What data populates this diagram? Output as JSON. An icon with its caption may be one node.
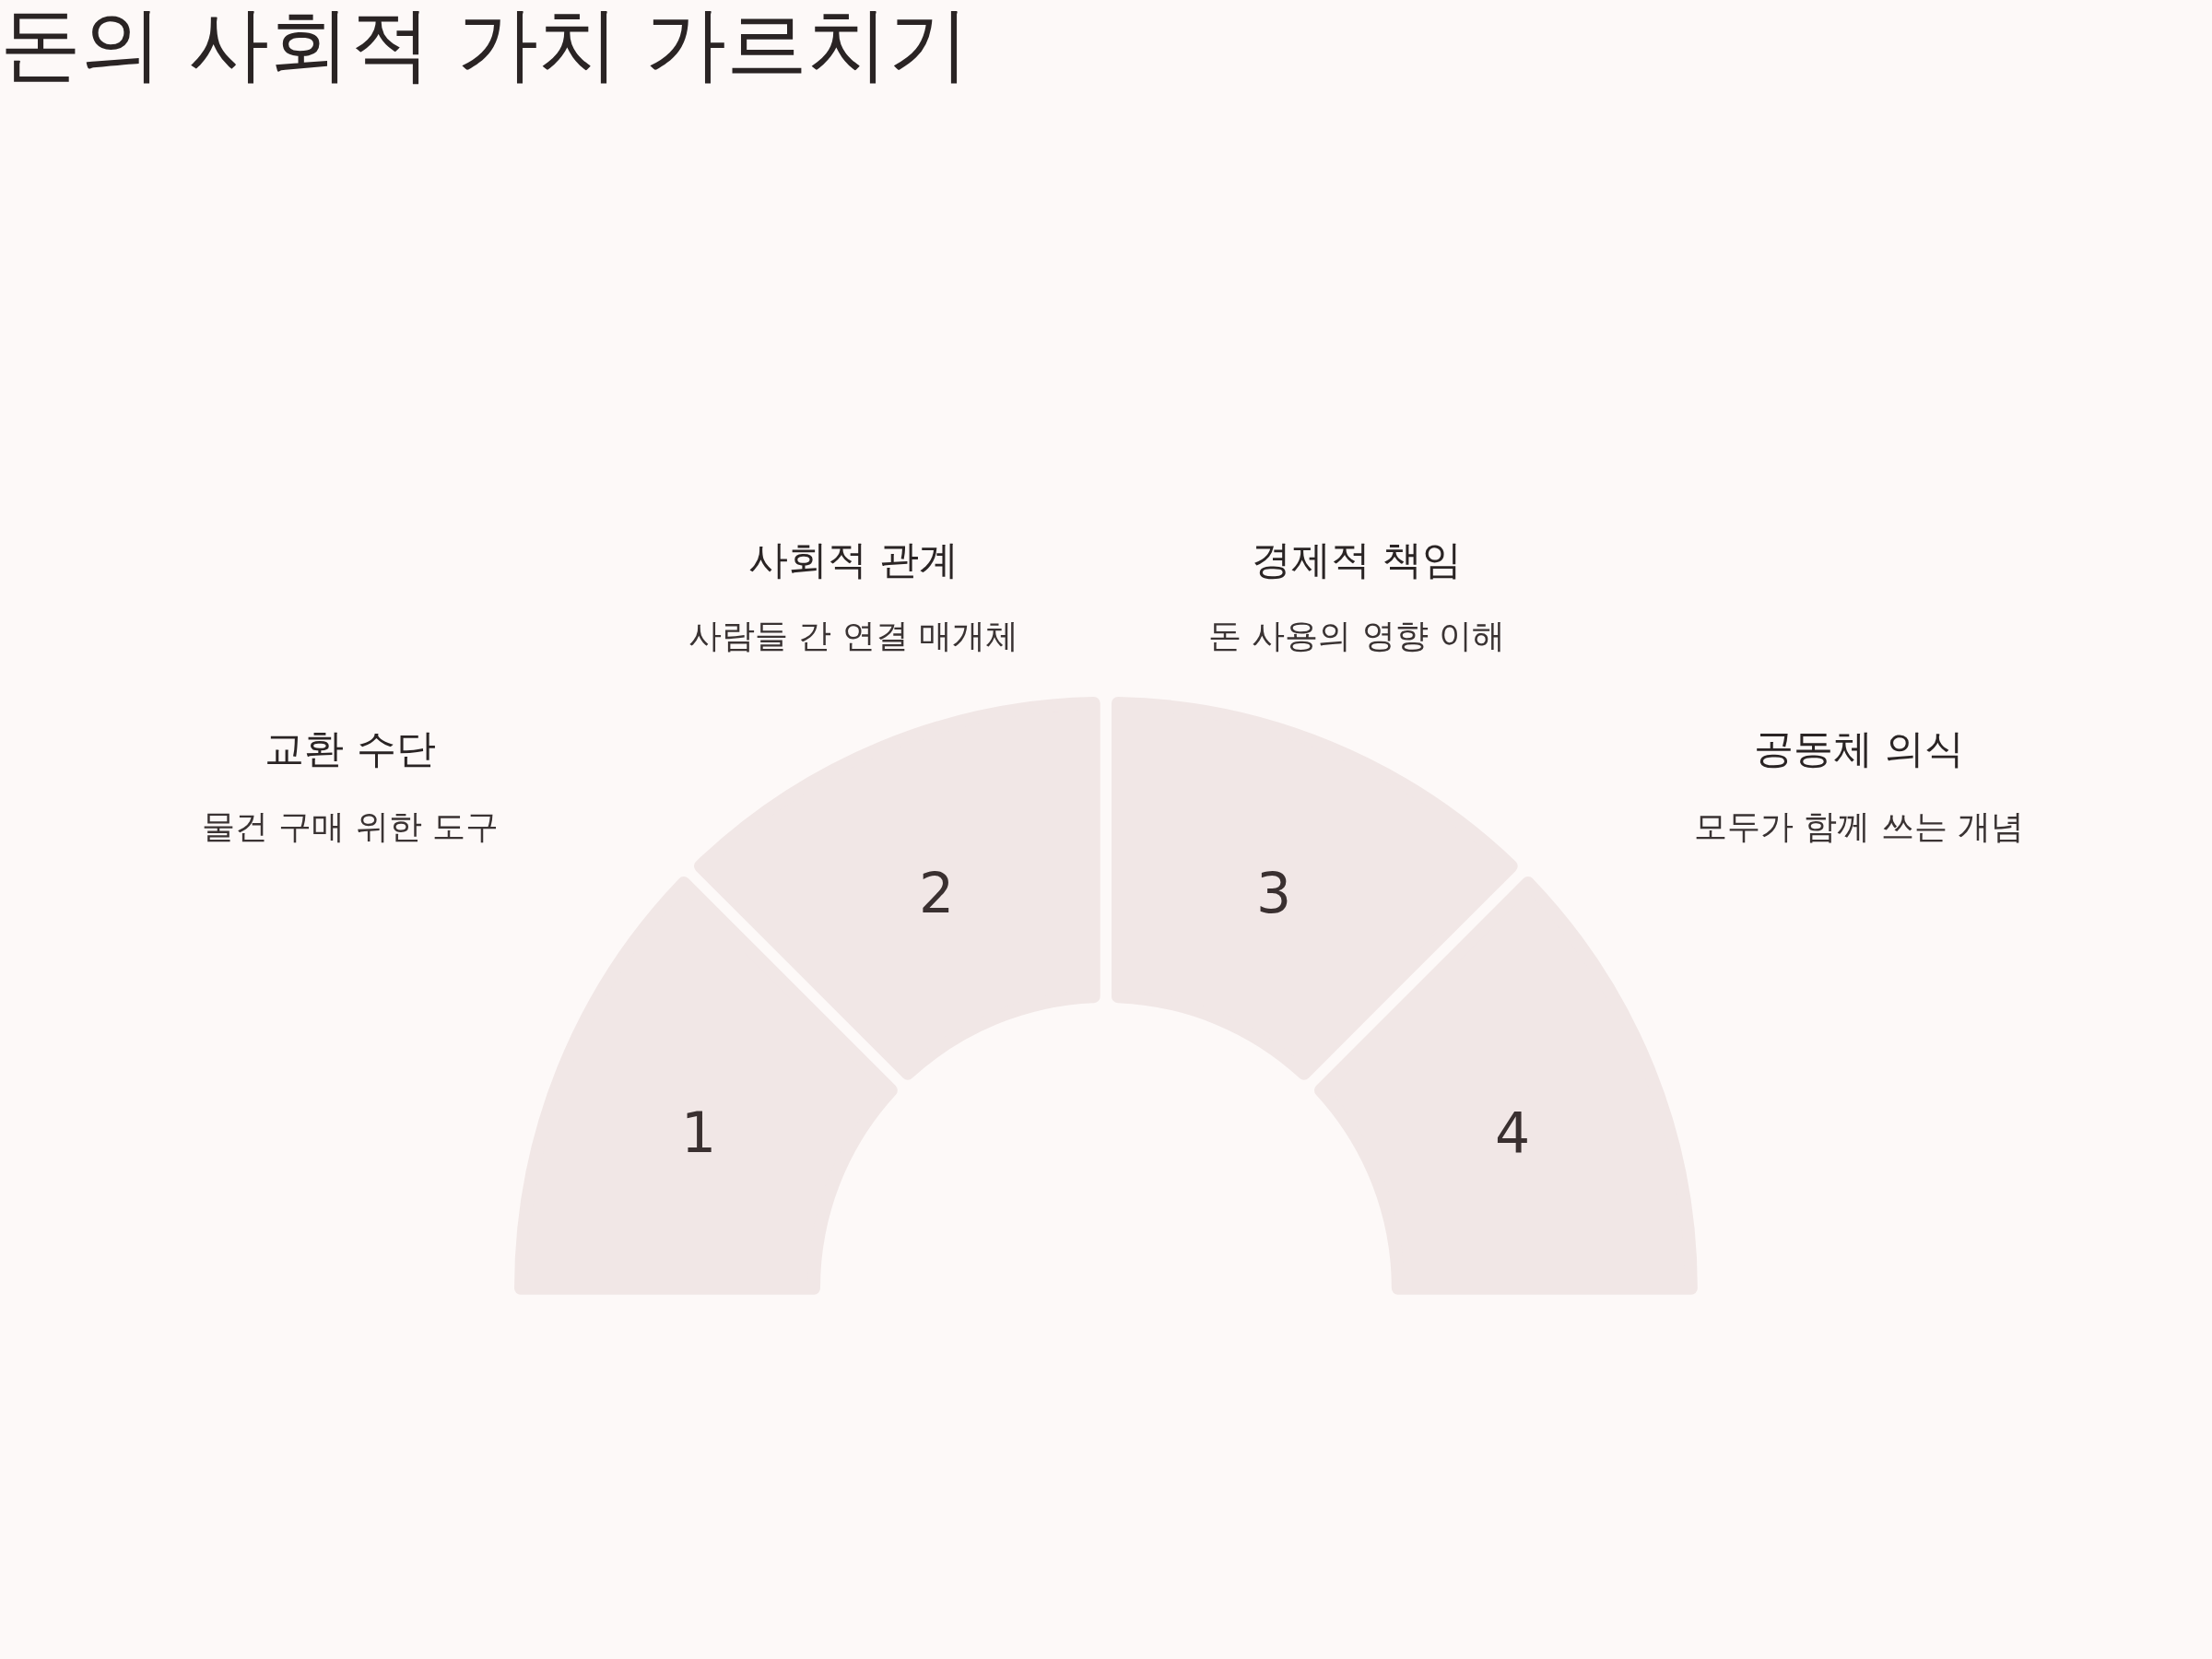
{
  "diagram": {
    "title": "돈의 사회적 가치 가르치기",
    "nodes": [
      {
        "text": [
          "1"
        ],
        "beside": [
          "교환 수단",
          "물건 구매 위한 도구"
        ]
      },
      {
        "text": [
          "2"
        ],
        "beside": [
          "사회적 관계",
          "사람들 간 연결 매개체"
        ]
      },
      {
        "text": [
          "3"
        ],
        "beside": [
          "경제적 책임",
          "돈 사용의 영향 이해"
        ]
      },
      {
        "text": [
          "4"
        ],
        "beside": [
          "공동체 의식",
          "모두가 함께 쓰는 개념"
        ]
      }
    ]
  }
}
